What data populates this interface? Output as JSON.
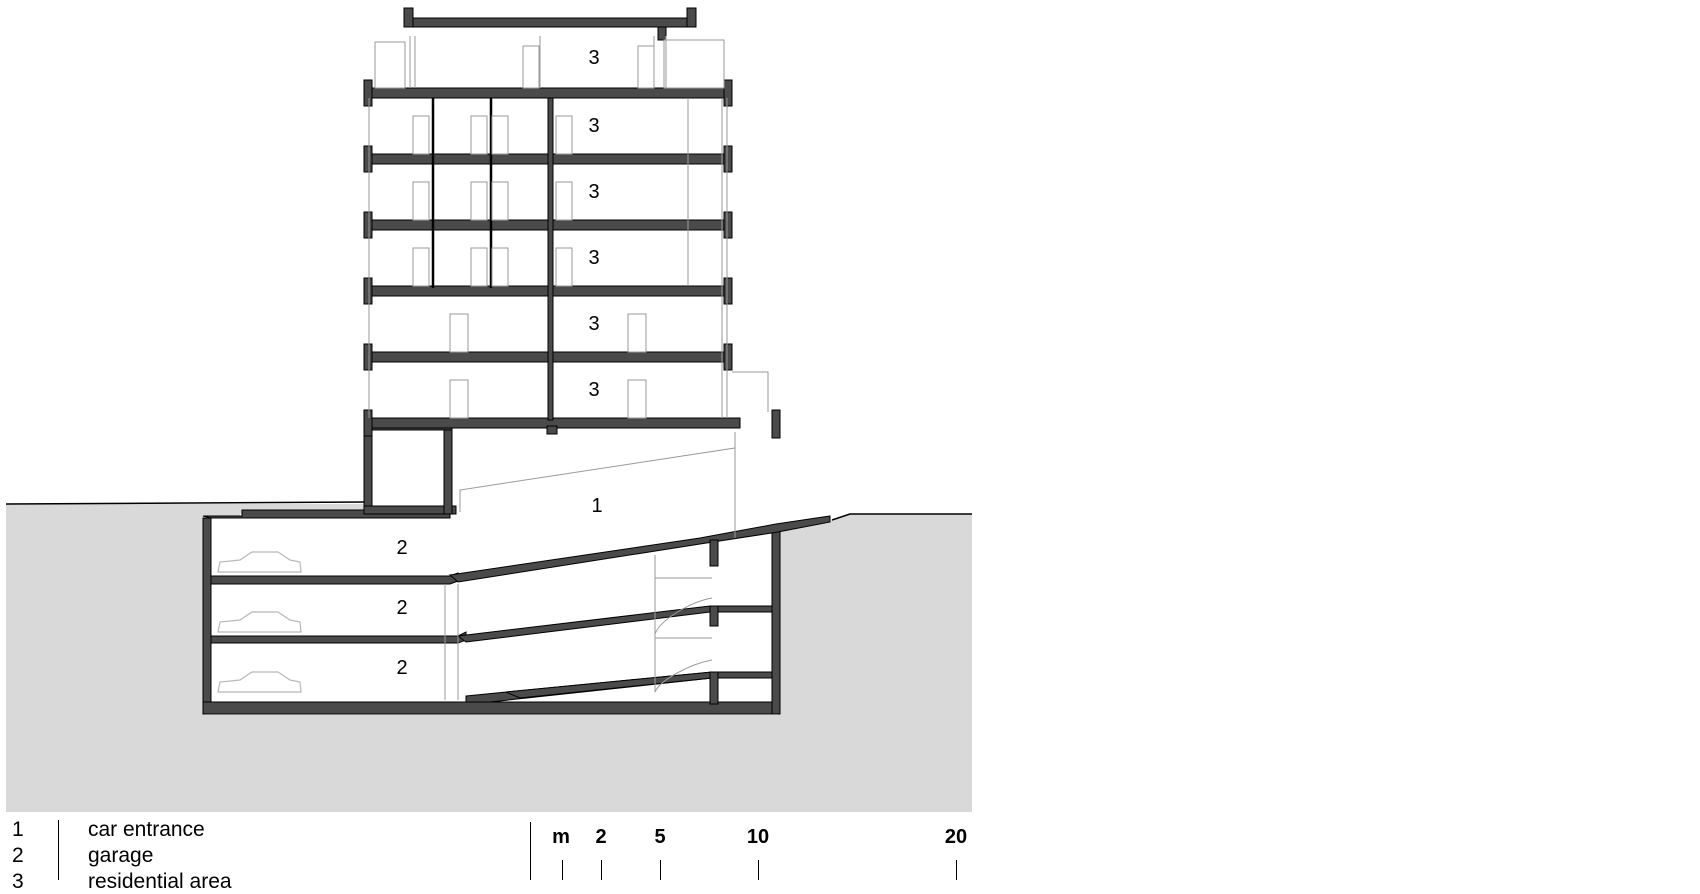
{
  "labels": {
    "car_entrance": "1",
    "garage": "2",
    "residential": "3"
  },
  "legend": [
    {
      "num": "1",
      "text": "car entrance"
    },
    {
      "num": "2",
      "text": "garage"
    },
    {
      "num": "3",
      "text": "residential area"
    }
  ],
  "scale": {
    "unit": "m",
    "marks": [
      "2",
      "5",
      "10",
      "20"
    ]
  },
  "colors": {
    "ground": "#d9d9d9",
    "wall": "#4a4a4a",
    "line": "#000000",
    "thin": "#9a9a9a"
  }
}
